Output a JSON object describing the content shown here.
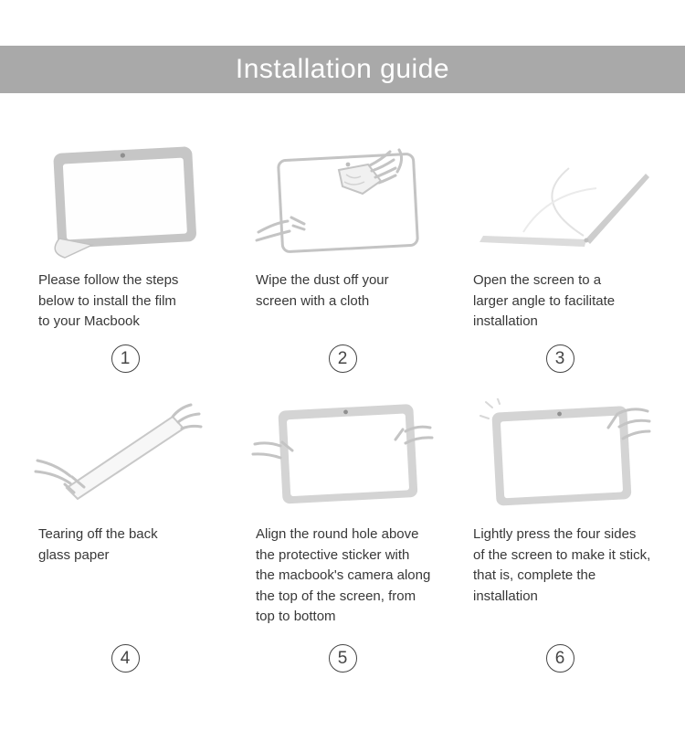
{
  "colors": {
    "header_bg": "#a9a9a9",
    "header_text": "#ffffff",
    "line_art": "#c4c4c4",
    "caption_text": "#383838"
  },
  "header": {
    "title": "Installation guide"
  },
  "steps": [
    {
      "number": "1",
      "icon": "peel-film-corner-icon",
      "caption": "Please follow the steps\nbelow to install the film\nto your Macbook"
    },
    {
      "number": "2",
      "icon": "wipe-screen-cloth-icon",
      "caption": "Wipe the dust off your\nscreen with a cloth"
    },
    {
      "number": "3",
      "icon": "open-laptop-angle-icon",
      "caption": "Open the screen to a\nlarger angle to facilitate\ninstallation"
    },
    {
      "number": "4",
      "icon": "tear-backing-paper-icon",
      "caption": "Tearing off the back\nglass paper"
    },
    {
      "number": "5",
      "icon": "align-film-camera-icon",
      "caption": "Align the round hole above\nthe protective sticker with\nthe macbook's camera along\nthe top of the screen, from\ntop to bottom"
    },
    {
      "number": "6",
      "icon": "press-screen-edges-icon",
      "caption": "Lightly press the four sides\nof the screen to make it stick,\nthat is, complete the installation"
    }
  ]
}
